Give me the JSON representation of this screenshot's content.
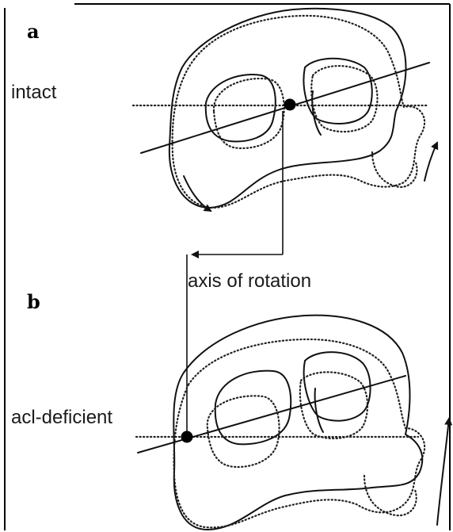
{
  "panels": {
    "a": {
      "letter": "a",
      "label": "intact"
    },
    "b": {
      "letter": "b",
      "label": "acl-deficient"
    }
  },
  "annotation": {
    "axis_label": "axis of rotation"
  }
}
